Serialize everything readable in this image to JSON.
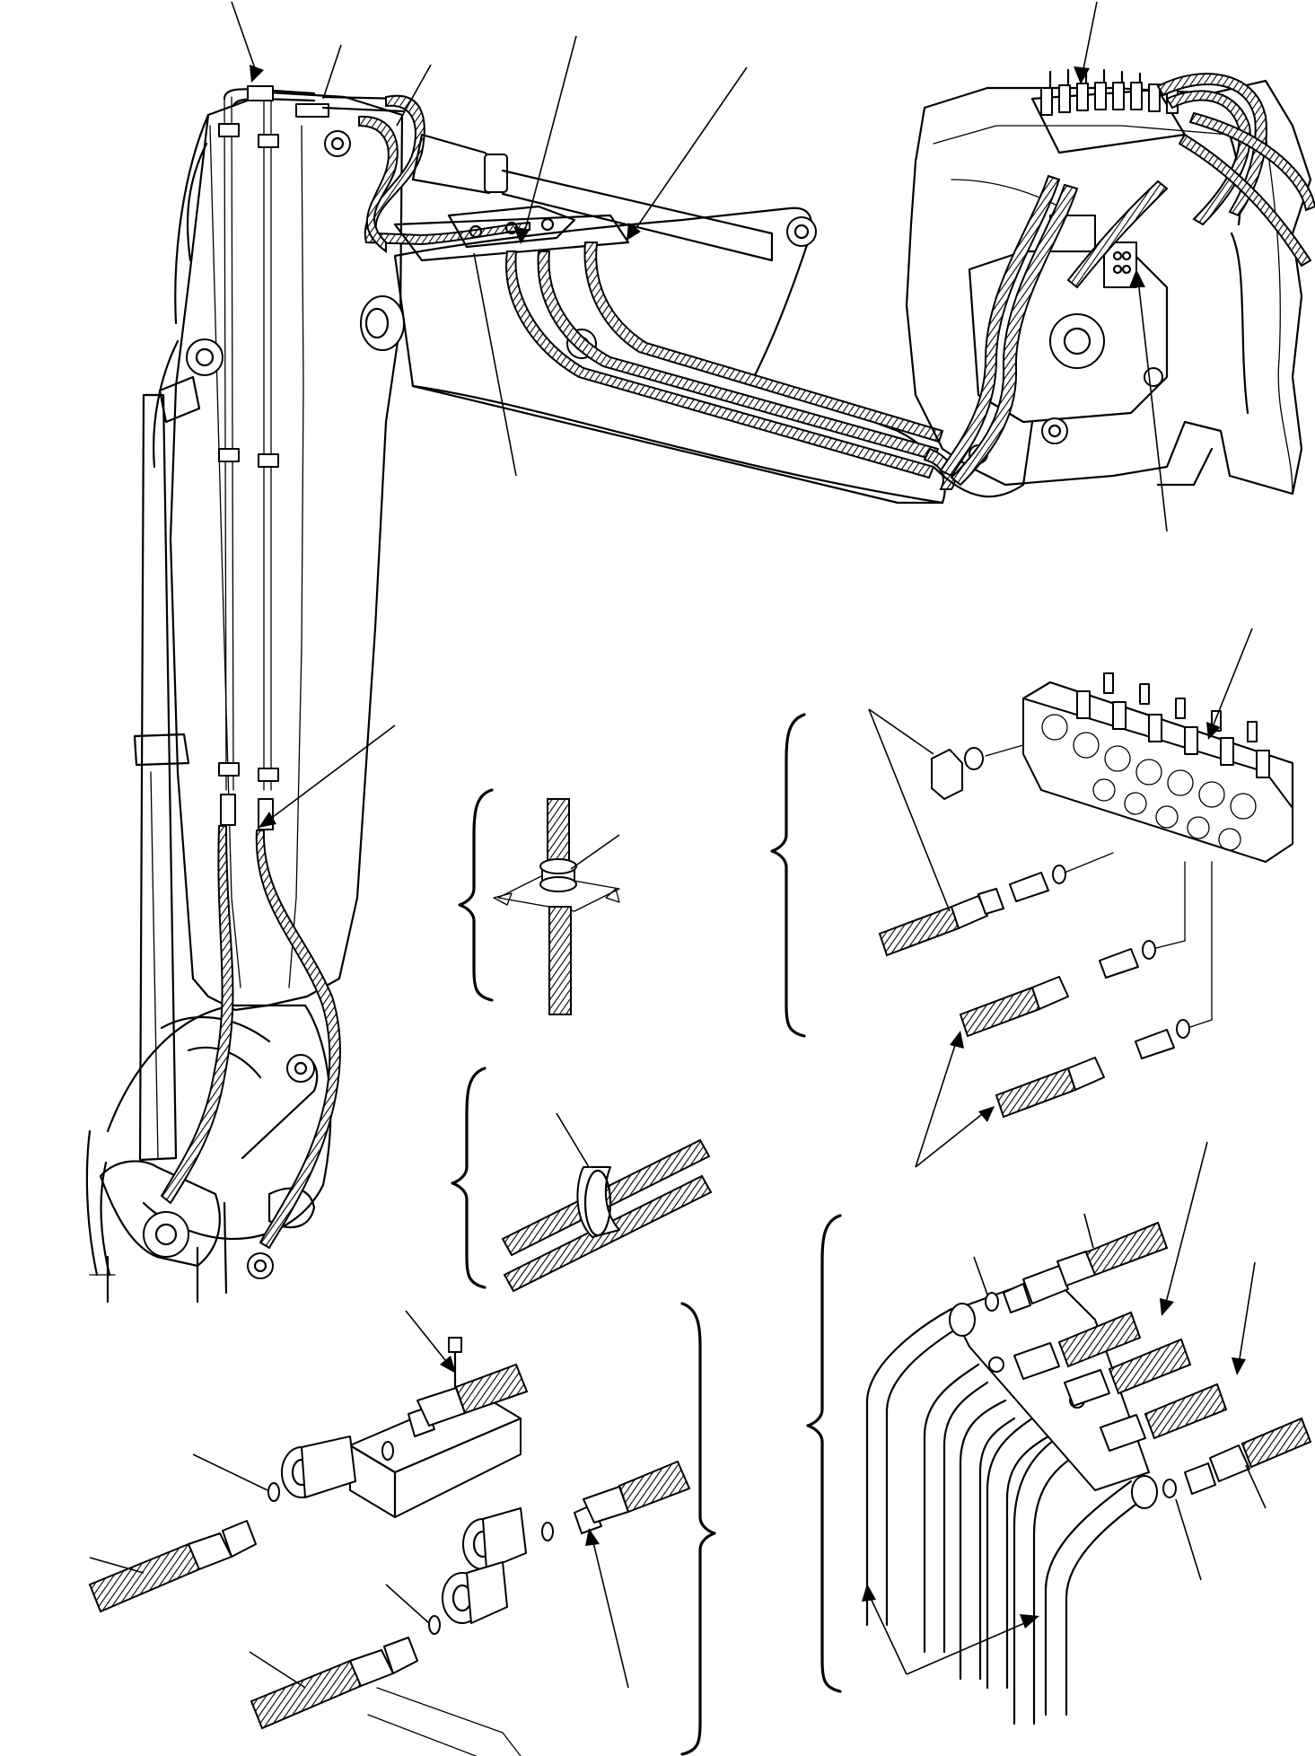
{
  "diagram": {
    "colors": {
      "line": "#000000",
      "background": "#ffffff"
    },
    "views": [
      "boom-and-frame-hose-routing",
      "hose-clamp-detail",
      "hose-tie-detail",
      "control-valve-connections",
      "tee-block-connections",
      "pipe-manifold-connections"
    ]
  }
}
